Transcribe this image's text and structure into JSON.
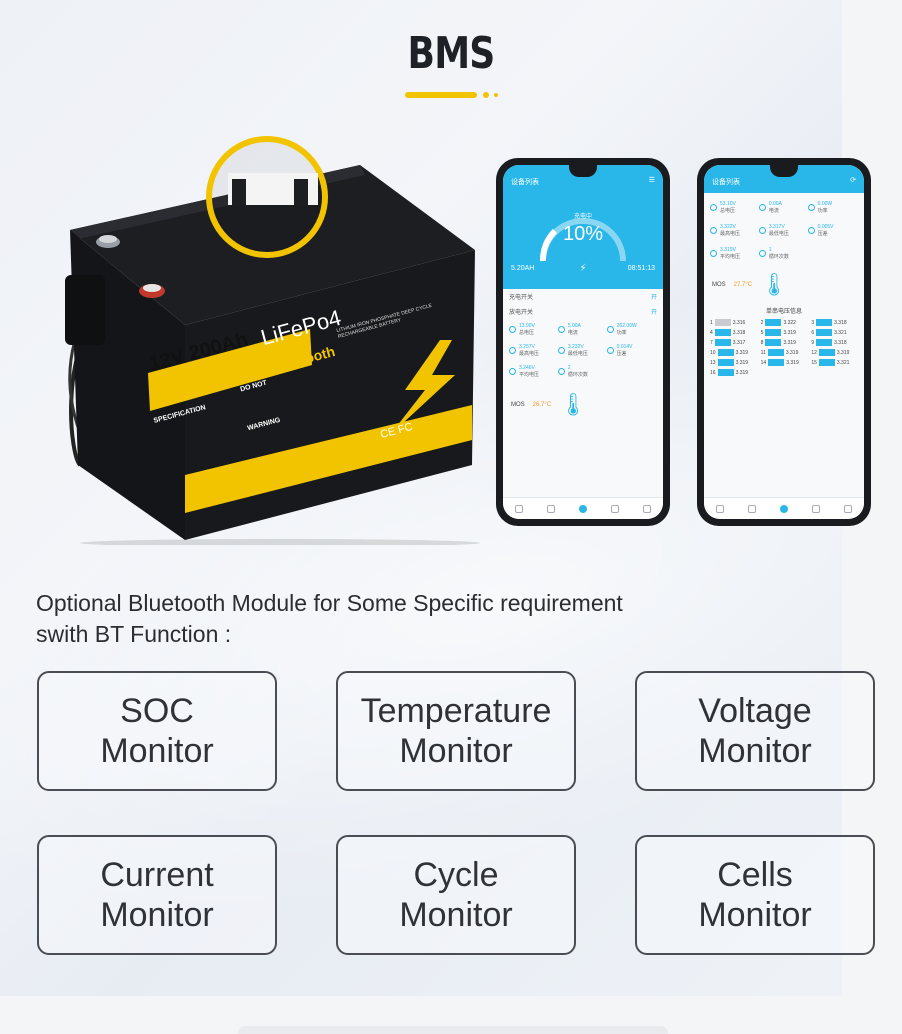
{
  "header": {
    "title": "BMS"
  },
  "battery": {
    "capacity_label": "12V 200Ah",
    "chemistry_label": "LiFePo4",
    "cycles_label": "8000+Cycles With Bluetooth",
    "spec_heading": "SPECIFICATION",
    "warning_heading": "WARNING",
    "do_not_heading": "DO NOT",
    "side_note": "LITHIUM IRON PHOSPHATE DEEP CYCLE RECHARGEABLE BATTERY",
    "cert_marks": "CE FC"
  },
  "phone_left": {
    "topbar_title": "设备列表",
    "soc_label": "充电中",
    "soc_value": "10%",
    "remaining_capacity": "5.20AH",
    "remaining_time": "08:51:13",
    "rows": [
      {
        "label": "充电开关",
        "value": "开"
      },
      {
        "label": "放电开关",
        "value": "开"
      }
    ],
    "metrics": [
      {
        "value": "13.90V",
        "label": "总电压"
      },
      {
        "value": "5.00A",
        "label": "电流"
      },
      {
        "value": "262.00W",
        "label": "功率"
      },
      {
        "value": "3.257V",
        "label": "最高电压"
      },
      {
        "value": "3.232V",
        "label": "最低电压"
      },
      {
        "value": "0.014V",
        "label": "压差"
      },
      {
        "value": "3.246V",
        "label": "平均电压"
      },
      {
        "value": "2",
        "label": "循环次数"
      }
    ],
    "mos_label": "MOS",
    "mos_temp": "26.7°C"
  },
  "phone_right": {
    "topbar_title": "设备列表",
    "metrics": [
      {
        "value": "53.10V",
        "label": "总电压"
      },
      {
        "value": "0.00A",
        "label": "电流"
      },
      {
        "value": "0.00W",
        "label": "功率"
      },
      {
        "value": "3.322V",
        "label": "最高电压"
      },
      {
        "value": "3.317V",
        "label": "最低电压"
      },
      {
        "value": "0.005V",
        "label": "压差"
      },
      {
        "value": "3.319V",
        "label": "平均电压"
      },
      {
        "value": "1",
        "label": "循环次数"
      }
    ],
    "mos_label": "MOS",
    "mos_temp": "27.7°C",
    "cells_heading": "单串电压信息",
    "cells": [
      "3.316",
      "3.322",
      "3.318",
      "3.318",
      "3.319",
      "3.321",
      "3.317",
      "3.319",
      "3.318",
      "3.319",
      "3.319",
      "3.319",
      "3.319",
      "3.319",
      "3.321",
      "3.319"
    ]
  },
  "description": {
    "line1": "Optional Bluetooth Module for Some Specific requirement",
    "line2": "swith BT Function :"
  },
  "features": [
    {
      "line1": "SOC",
      "line2": "Monitor"
    },
    {
      "line1": "Temperature",
      "line2": "Monitor"
    },
    {
      "line1": "Voltage",
      "line2": "Monitor"
    },
    {
      "line1": "Current",
      "line2": "Monitor"
    },
    {
      "line1": "Cycle",
      "line2": "Monitor"
    },
    {
      "line1": "Cells",
      "line2": "Monitor"
    }
  ],
  "colors": {
    "accent_yellow": "#f2c400",
    "app_blue": "#29b6e8",
    "card_border": "#4a4d53"
  }
}
